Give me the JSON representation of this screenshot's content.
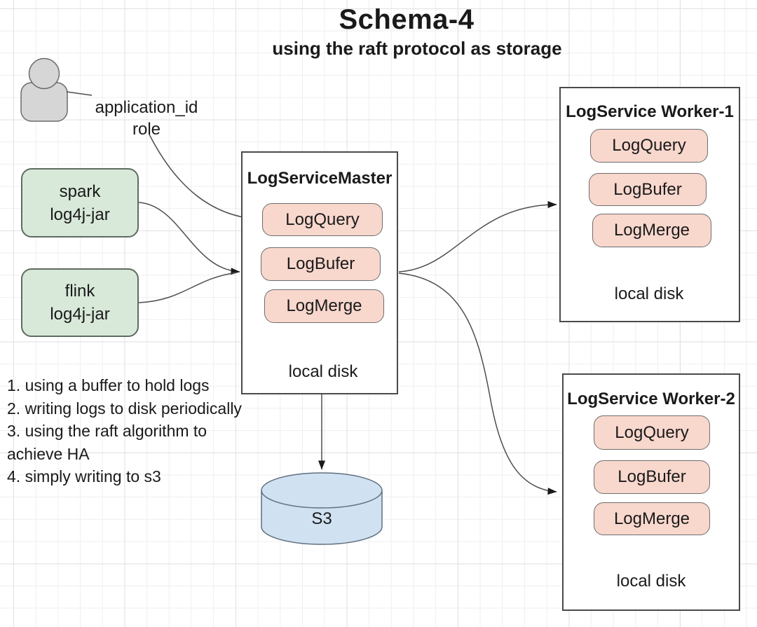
{
  "title": "Schema-4",
  "subtitle": "using the raft protocol as storage",
  "actor": {
    "label_line1": "application_id",
    "label_line2": "role"
  },
  "sources": [
    {
      "line1": "spark",
      "line2": "log4j-jar"
    },
    {
      "line1": "flink",
      "line2": "log4j-jar"
    }
  ],
  "master": {
    "title": "LogServiceMaster",
    "components": [
      "LogQuery",
      "LogBufer",
      "LogMerge"
    ],
    "disk_label": "local disk"
  },
  "workers": [
    {
      "title": "LogService Worker-1",
      "components": [
        "LogQuery",
        "LogBufer",
        "LogMerge"
      ],
      "disk_label": "local disk"
    },
    {
      "title": "LogService Worker-2",
      "components": [
        "LogQuery",
        "LogBufer",
        "LogMerge"
      ],
      "disk_label": "local disk"
    }
  ],
  "s3_label": "S3",
  "notes": [
    "1. using a buffer to hold logs",
    "2. writing logs to disk periodically",
    "3. using the raft algorithm to achieve HA",
    "4. simply writing to s3"
  ],
  "colors": {
    "green_fill": "#d8e9da",
    "pink_fill": "#f8d7cd",
    "blue_fill": "#d0e1f2",
    "gray_fill": "#d6d6d6",
    "connector": "#4d4d4d"
  }
}
